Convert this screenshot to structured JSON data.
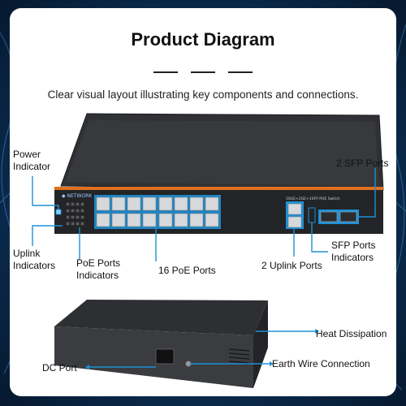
{
  "header": {
    "title": "Product Diagram",
    "subtitle": "Clear visual layout illustrating key components and connections."
  },
  "labels": {
    "power_indicator": [
      "Power",
      "Indicator"
    ],
    "uplink_indicators": [
      "Uplink",
      "Indicators"
    ],
    "poe_ports_indicators": [
      "PoE Ports",
      "Indicators"
    ],
    "poe_ports": "16 PoE Ports",
    "uplink_ports": "2 Uplink Ports",
    "sfp_ports": "2 SFP Ports",
    "sfp_ports_indicators": [
      "SFP Ports",
      "Indicators"
    ],
    "heat_dissipation": "Heat Dissipation",
    "dc_port": "DC Port",
    "earth_wire": "Earth Wire Connection"
  },
  "device": {
    "front_model_text": "16GE+2GE+1SFP POE Switch"
  },
  "colors": {
    "accent": "#1e90d6",
    "switch_body": "#2b2d30",
    "switch_stripe": "#e0701e"
  }
}
